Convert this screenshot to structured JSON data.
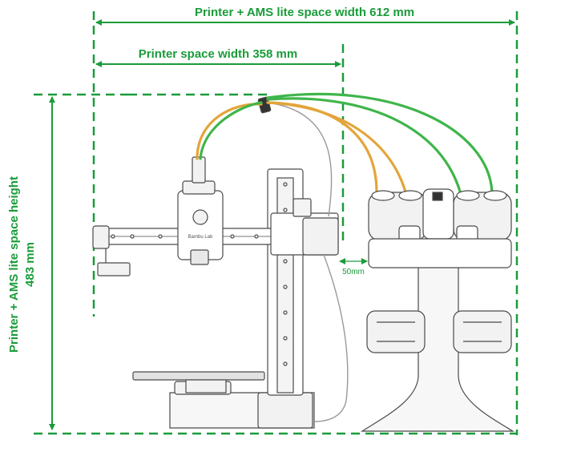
{
  "dimensions": {
    "combined_width_label": "Printer + AMS lite space width 612 mm",
    "printer_width_label": "Printer space width 358 mm",
    "height_label_line1": "Printer + AMS lite space height",
    "height_label_line2": "483 mm",
    "gap_label": "50mm"
  },
  "printer": {
    "toolhead_brand": "Bambu Lab"
  },
  "colors": {
    "dimension_green": "#1a9c3a",
    "filament_yellow": "#e3a53a",
    "filament_green": "#3fb54a",
    "outline": "#4a4a4a",
    "fill_light": "#f2f2f2"
  }
}
